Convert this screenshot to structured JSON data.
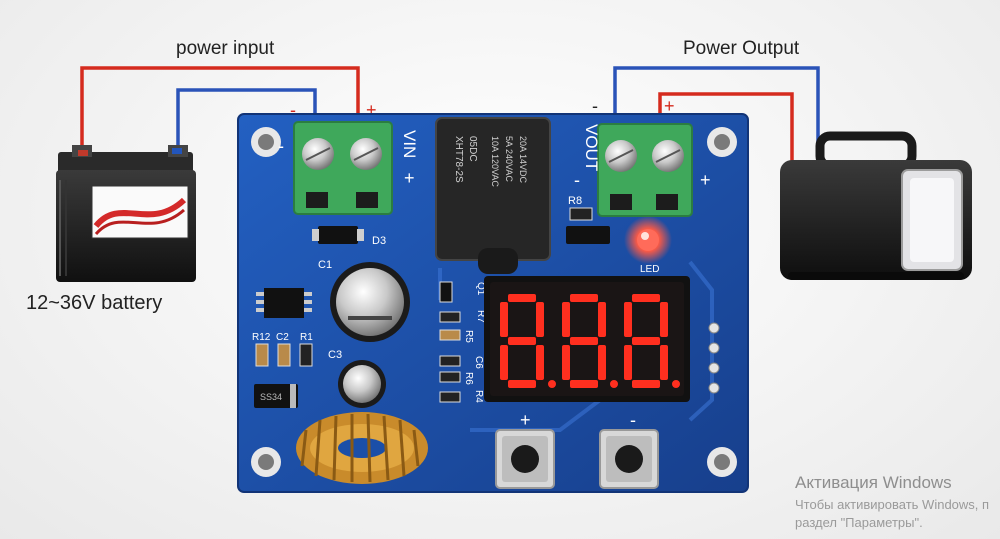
{
  "labels": {
    "power_input": "power input",
    "power_output": "Power Output",
    "battery": "12~36V battery"
  },
  "board": {
    "vin": "VIN",
    "vout": "VOUT",
    "minus": "-",
    "plus": "+",
    "display_digits": [
      "8",
      "8",
      "8"
    ],
    "led_label": "LED",
    "button_plus_label": "+",
    "button_minus_label": "-",
    "relay_lines": [
      "XHT78-2S",
      "05DC",
      "10A 120VAC",
      "5A 240VAC",
      "20A 14VDC"
    ],
    "component_labels": {
      "c1": "C1",
      "c2": "C2",
      "c3": "C3",
      "r1": "R1",
      "r12": "R12",
      "d3": "D3",
      "r8": "R8",
      "q1": "Q1",
      "r7": "R7",
      "r5": "R5",
      "c6": "C6",
      "r6": "R6",
      "r4": "R4",
      "ss": "SS34"
    }
  },
  "watermark": {
    "title": "Активация Windows",
    "line1": "Чтобы активировать Windows, п",
    "line2": "раздел \"Параметры\"."
  },
  "colors": {
    "pcb": "#1b4fa8",
    "wire_positive": "#d52b1e",
    "wire_negative": "#2a53b8",
    "terminal": "#3fa85b",
    "display_on": "#ff2f1f"
  }
}
